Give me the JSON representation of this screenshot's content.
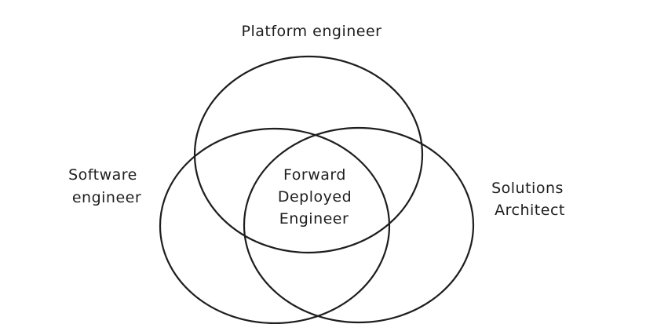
{
  "diagram": {
    "labels": {
      "platform": "Platform engineer",
      "software_line1": "Software",
      "software_line2": "engineer",
      "solutions_line1": "Solutions",
      "solutions_line2": "Architect",
      "center_line1": "Forward",
      "center_line2": "Deployed",
      "center_line3": "Engineer"
    },
    "colors": {
      "stroke": "#1e1e1e",
      "background": "#ffffff"
    }
  }
}
